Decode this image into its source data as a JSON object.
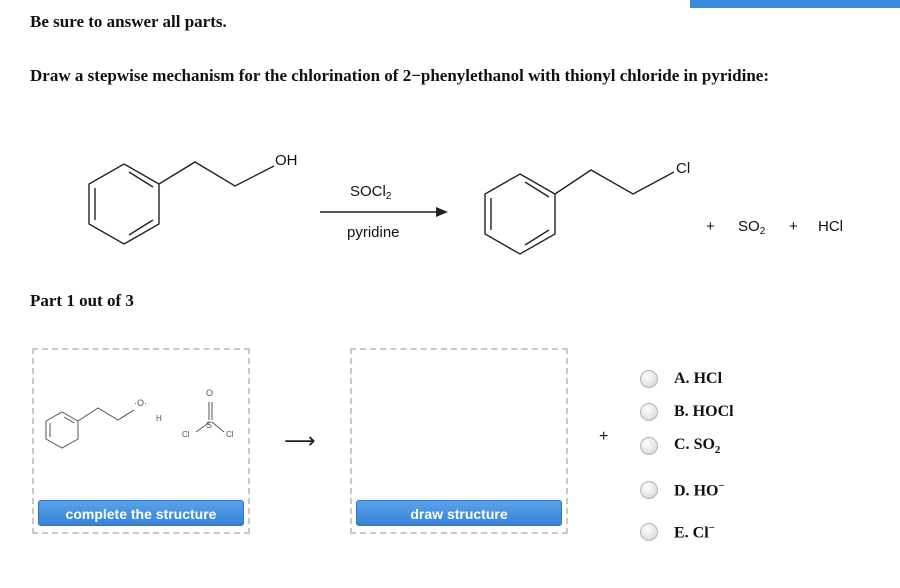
{
  "header": {
    "instruction": "Be sure to answer all parts.",
    "question": "Draw a stepwise mechanism for the chlorination of 2−phenylethanol with thionyl chloride in pyridine:",
    "part_label": "Part 1 out of 3"
  },
  "reaction": {
    "reactant_group": "OH",
    "reagent": "SOCl",
    "reagent_sub": "2",
    "solvent": "pyridine",
    "product_group": "Cl",
    "plus_1": "+",
    "byproduct_1": "SO",
    "byproduct_1_sub": "2",
    "plus_2": "+",
    "byproduct_2": "HCl"
  },
  "answer_area": {
    "box1_button": "complete the structure",
    "box2_button": "draw structure",
    "plus": "+",
    "arrow": "⟶",
    "box1_atoms": {
      "o1": "·O·",
      "h1": "H",
      "o2": "O",
      "cl": "Cl",
      "s": "S",
      "cl2": "Cl"
    }
  },
  "options": [
    {
      "letter": "A.",
      "base": "HCl",
      "sub": "",
      "sup": ""
    },
    {
      "letter": "B.",
      "base": "HOCl",
      "sub": "",
      "sup": ""
    },
    {
      "letter": "C.",
      "base": "SO",
      "sub": "2",
      "sup": ""
    },
    {
      "letter": "D.",
      "base": "HO",
      "sub": "",
      "sup": "−"
    },
    {
      "letter": "E.",
      "base": "Cl",
      "sub": "",
      "sup": "−"
    }
  ]
}
